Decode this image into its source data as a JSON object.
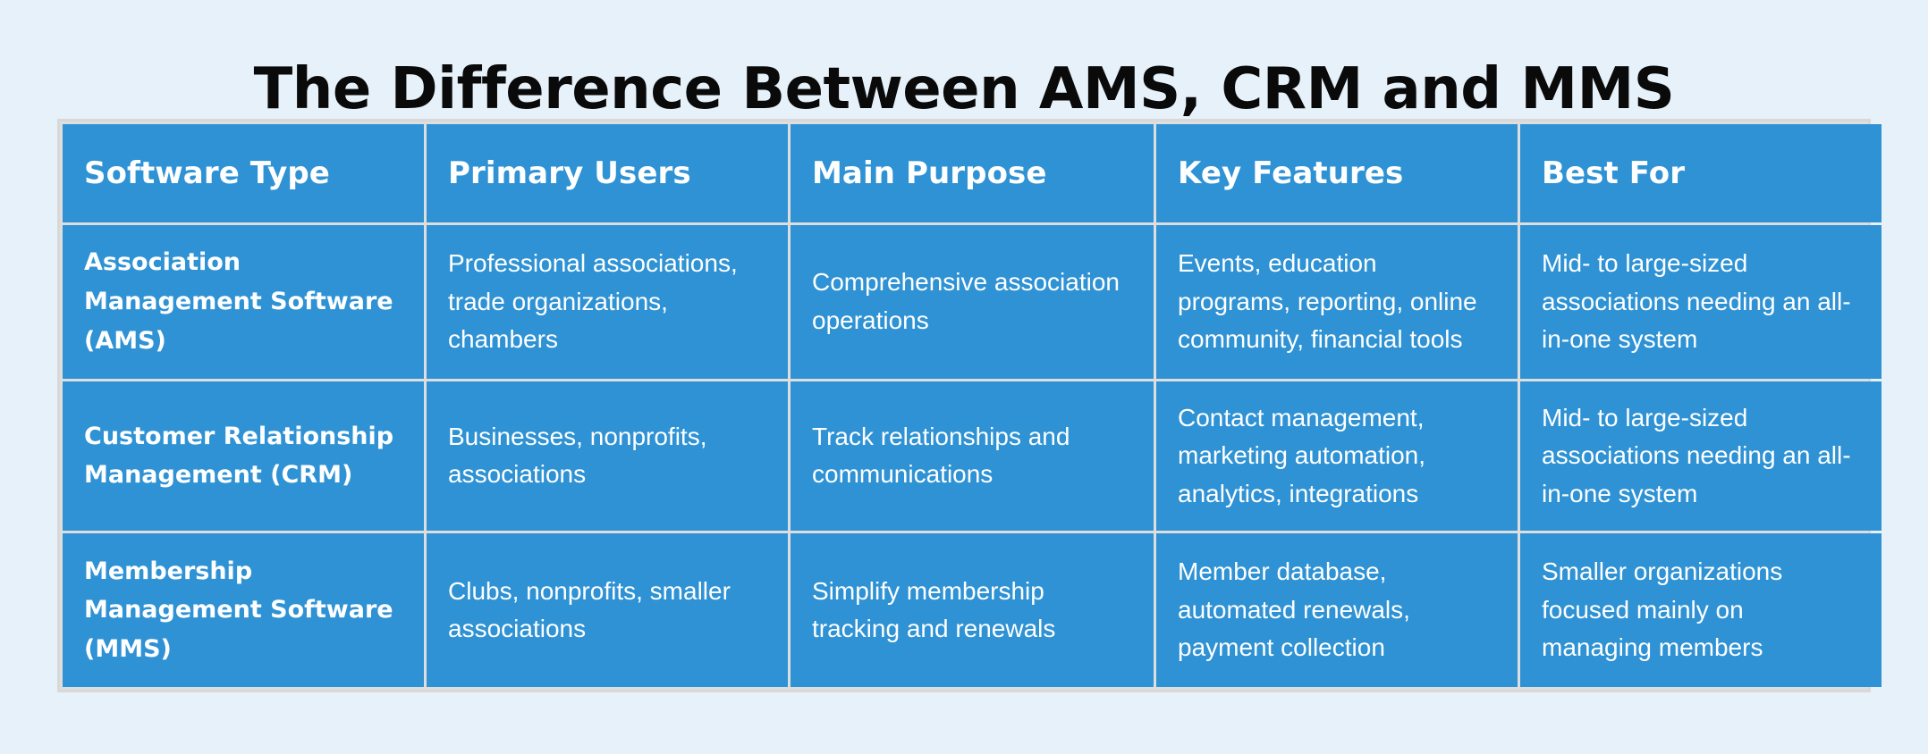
{
  "page": {
    "title": "The Difference Between AMS, CRM and MMS",
    "background_color": "#e6f1f9",
    "accent_color": "#2e92d4",
    "grid_color": "#dedede",
    "text_color": "#ffffff",
    "title_color": "#0a0a0a"
  },
  "table": {
    "headers": [
      "Software Type",
      "Primary Users",
      "Main Purpose",
      "Key Features",
      "Best For"
    ],
    "rows": [
      {
        "software_type": "Association Management Software (AMS)",
        "primary_users": "Professional associations, trade organizations, chambers",
        "main_purpose": "Comprehensive association operations",
        "key_features": "Events, education programs, reporting, online community, financial tools",
        "best_for": "Mid- to large-sized associations needing an all-in-one system"
      },
      {
        "software_type": "Customer Relationship Management (CRM)",
        "primary_users": "Businesses, nonprofits, associations",
        "main_purpose": "Track relationships and communications",
        "key_features": "Contact management, marketing automation, analytics, integrations",
        "best_for": "Mid- to large-sized associations needing an all-in-one system"
      },
      {
        "software_type": "Membership Management Software (MMS)",
        "primary_users": "Clubs, nonprofits, smaller associations",
        "main_purpose": "Simplify membership tracking and renewals",
        "key_features": "Member database, automated renewals, payment collection",
        "best_for": "Smaller organizations focused mainly on managing members"
      }
    ]
  }
}
